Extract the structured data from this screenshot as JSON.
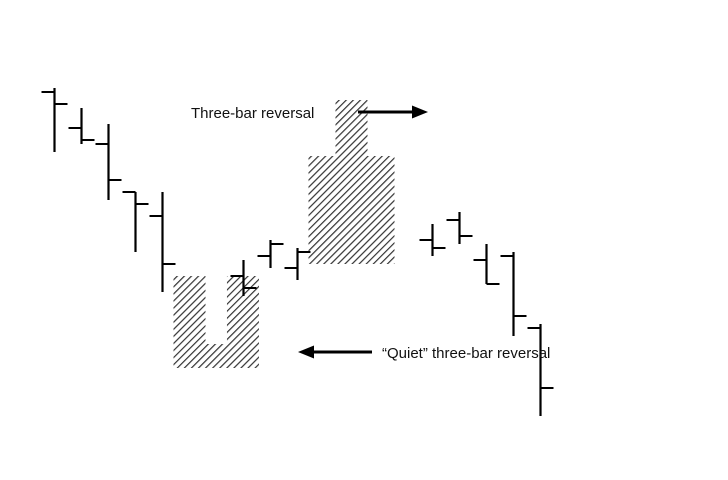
{
  "chart_data": {
    "type": "ohlc",
    "title": "",
    "xlabel": "",
    "ylabel": "",
    "grid": false,
    "ylim": [
      0,
      100
    ],
    "colors": {
      "bar": "#000000",
      "hatch": "#333333",
      "background": "#ffffff"
    },
    "bars": [
      {
        "x": 1,
        "high": 89,
        "low": 73,
        "open": 88,
        "close": 85
      },
      {
        "x": 2,
        "high": 84,
        "low": 75,
        "open": 79,
        "close": 76
      },
      {
        "x": 3,
        "high": 80,
        "low": 61,
        "open": 75,
        "close": 66
      },
      {
        "x": 4,
        "high": 63,
        "low": 48,
        "open": 63,
        "close": 60
      },
      {
        "x": 5,
        "high": 63,
        "low": 38,
        "open": 57,
        "close": 45
      },
      {
        "x": 8,
        "high": 46,
        "low": 37,
        "open": 42,
        "close": 39
      },
      {
        "x": 9,
        "high": 51,
        "low": 44,
        "open": 47,
        "close": 50
      },
      {
        "x": 10,
        "high": 49,
        "low": 41,
        "open": 44,
        "close": 48
      },
      {
        "x": 15,
        "high": 55,
        "low": 47,
        "open": 51,
        "close": 49
      },
      {
        "x": 16,
        "high": 58,
        "low": 50,
        "open": 56,
        "close": 52
      },
      {
        "x": 17,
        "high": 50,
        "low": 40,
        "open": 46,
        "close": 40
      },
      {
        "x": 18,
        "high": 48,
        "low": 27,
        "open": 47,
        "close": 32
      },
      {
        "x": 19,
        "high": 30,
        "low": 7,
        "open": 29,
        "close": 14
      }
    ],
    "highlighted_patterns": [
      {
        "label": "“Quiet” three-bar reversal",
        "pointer": "left",
        "bars": [
          {
            "x": 6,
            "high": 42,
            "low": 19
          },
          {
            "x": 7,
            "high": 25,
            "low": 19
          },
          {
            "x": 7.98,
            "high": 42,
            "low": 19
          }
        ]
      },
      {
        "label": "Three-bar reversal",
        "pointer": "right",
        "bars": [
          {
            "x": 11,
            "high": 72,
            "low": 45
          },
          {
            "x": 12,
            "high": 86,
            "low": 45
          },
          {
            "x": 13,
            "high": 72,
            "low": 45
          }
        ]
      }
    ]
  }
}
